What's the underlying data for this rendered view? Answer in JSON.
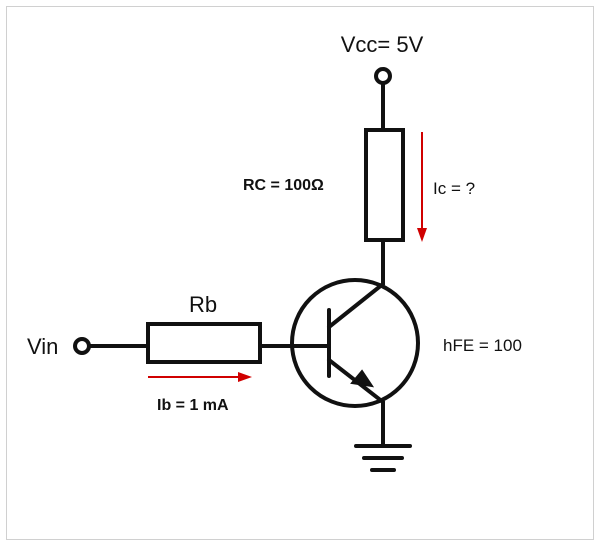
{
  "labels": {
    "vcc": "Vcc= 5V",
    "rc": "RC = 100Ω",
    "ic": "Ic = ?",
    "rb": "Rb",
    "vin": "Vin",
    "ib": "Ib = 1 mA",
    "hfe": "hFE = 100"
  },
  "colors": {
    "wire": "#111111",
    "current_arrow": "#d00000",
    "frame_border": "#d0d0d0"
  }
}
